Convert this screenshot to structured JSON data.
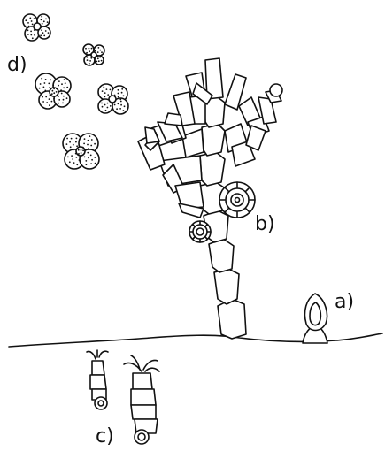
{
  "labels": {
    "a": "a)",
    "b": "b)",
    "c": "c)",
    "d": "d)"
  },
  "colors": {
    "ink": "#111111",
    "background": "#ffffff"
  }
}
